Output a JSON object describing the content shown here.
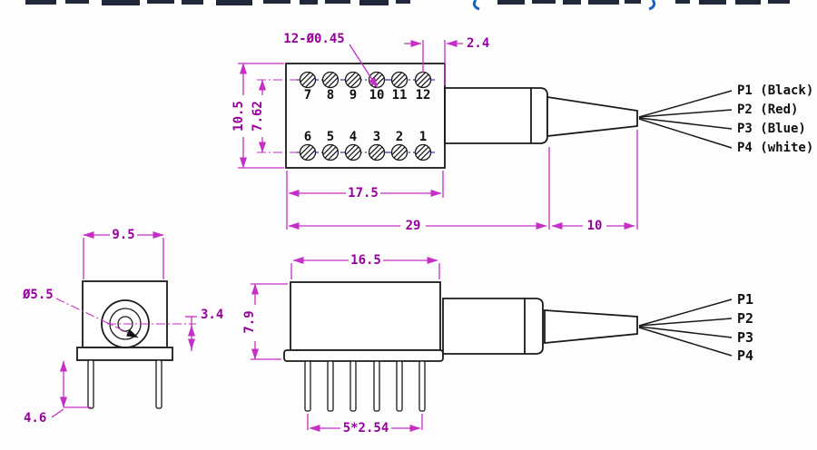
{
  "colors": {
    "dimension": "#c62ec6",
    "dimension_text": "#97009d",
    "line": "#1a1a1a",
    "centerline": "#3138ad",
    "title_accent": "#1565c0"
  },
  "top_view": {
    "pin_numbers_top": [
      "7",
      "8",
      "9",
      "10",
      "11",
      "12"
    ],
    "pin_numbers_bottom": [
      "6",
      "5",
      "4",
      "3",
      "2",
      "1"
    ],
    "dim_pin_hole": "12-Ø0.45",
    "dim_pin_to_edge": "2.4",
    "dim_body_height": "10.5",
    "dim_row_pitch": "7.62",
    "dim_body_width": "17.5",
    "dim_total_length": "29",
    "dim_boot_length": "10",
    "wire_labels": [
      "P1 (Black)",
      "P2 (Red)",
      "P3 (Blue)",
      "P4 (white)"
    ]
  },
  "front_view": {
    "dim_body_width": "9.5",
    "dim_port_diameter": "Ø5.5",
    "dim_port_offset": "3.4",
    "dim_pin_length": "4.6"
  },
  "side_view": {
    "dim_body_width": "16.5",
    "dim_body_height": "7.9",
    "dim_pin_pitch": "5*2.54",
    "wire_labels": [
      "P1",
      "P2",
      "P3",
      "P4"
    ]
  }
}
